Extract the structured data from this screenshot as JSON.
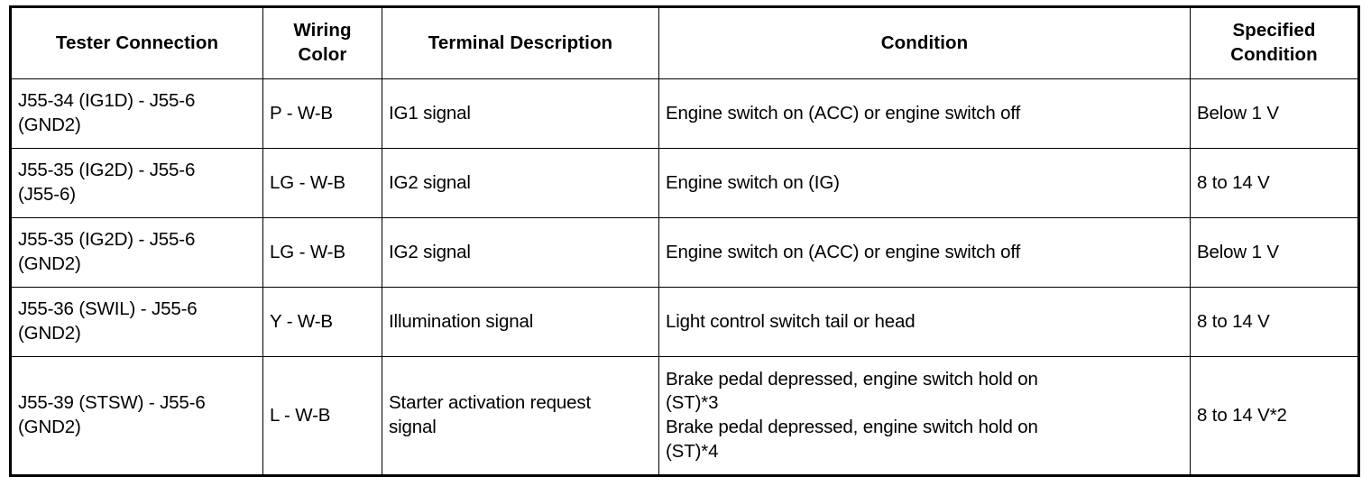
{
  "table": {
    "headers": [
      {
        "id": "tester-connection",
        "lines": [
          "Tester Connection"
        ]
      },
      {
        "id": "wiring-color",
        "lines": [
          "Wiring",
          "Color"
        ]
      },
      {
        "id": "terminal-description",
        "lines": [
          "Terminal Description"
        ]
      },
      {
        "id": "condition",
        "lines": [
          "Condition"
        ]
      },
      {
        "id": "specified-condition",
        "lines": [
          "Specified",
          "Condition"
        ]
      }
    ],
    "rows": [
      {
        "tester_connection": [
          "J55-34 (IG1D) - J55-6",
          "(GND2)"
        ],
        "wiring_color": [
          "P - W-B"
        ],
        "terminal_description": [
          "IG1 signal"
        ],
        "condition": [
          "Engine switch on (ACC) or engine switch off"
        ],
        "specified_condition": [
          "Below 1 V"
        ]
      },
      {
        "tester_connection": [
          "J55-35 (IG2D) - J55-6",
          "(J55-6)"
        ],
        "wiring_color": [
          "LG - W-B"
        ],
        "terminal_description": [
          "IG2 signal"
        ],
        "condition": [
          "Engine switch on (IG)"
        ],
        "specified_condition": [
          "8 to 14 V"
        ]
      },
      {
        "tester_connection": [
          "J55-35 (IG2D) - J55-6",
          "(GND2)"
        ],
        "wiring_color": [
          "LG - W-B"
        ],
        "terminal_description": [
          "IG2 signal"
        ],
        "condition": [
          "Engine switch on (ACC) or engine switch off"
        ],
        "specified_condition": [
          "Below 1 V"
        ]
      },
      {
        "tester_connection": [
          "J55-36 (SWIL) - J55-6",
          "(GND2)"
        ],
        "wiring_color": [
          "Y - W-B"
        ],
        "terminal_description": [
          "Illumination signal"
        ],
        "condition": [
          "Light control switch tail or head"
        ],
        "specified_condition": [
          "8 to 14 V"
        ]
      },
      {
        "tester_connection": [
          "J55-39 (STSW) - J55-6",
          "(GND2)"
        ],
        "wiring_color": [
          "L - W-B"
        ],
        "terminal_description": [
          "Starter activation request",
          "signal"
        ],
        "condition": [
          "Brake pedal depressed, engine switch hold on",
          "(ST)*3",
          "Brake pedal depressed, engine switch hold on",
          "(ST)*4"
        ],
        "specified_condition": [
          "8 to 14 V*2"
        ]
      }
    ]
  },
  "colors": {
    "border": "#000000",
    "text": "#000000",
    "background": "#ffffff"
  }
}
